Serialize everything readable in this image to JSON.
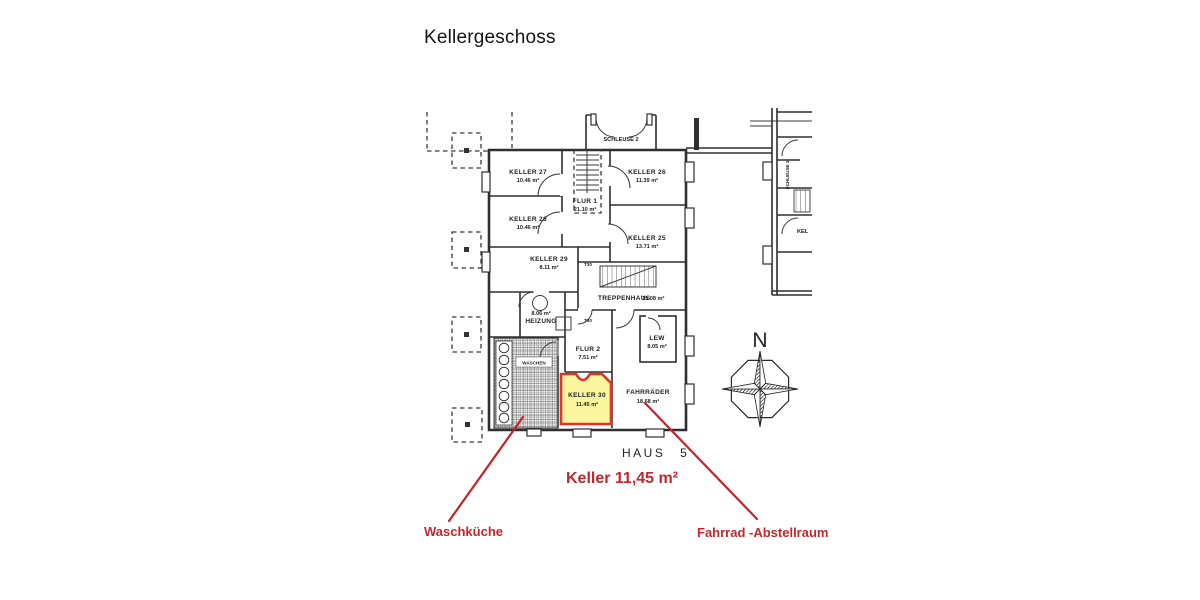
{
  "title": "Kellergeschoss",
  "plan": {
    "haus_label": "HAUS 5",
    "north_label": "N",
    "door_rating_label": "T30",
    "rooms": {
      "keller27": {
        "name": "KELLER 27",
        "area": "10.46 m²"
      },
      "keller28": {
        "name": "KELLER 28",
        "area": "10.46 m²"
      },
      "keller29": {
        "name": "KELLER 29",
        "area": "8.11 m²"
      },
      "keller26": {
        "name": "KELLER 26",
        "area": "11.39 m²"
      },
      "keller25": {
        "name": "KELLER 25",
        "area": "13.71 m²"
      },
      "flur1": {
        "name": "FLUR 1",
        "area": "21.10 m²"
      },
      "treppenhaus": {
        "name": "TREPPENHAUS",
        "area": "15.08 m²"
      },
      "heizung": {
        "name": "HEIZUNG",
        "area": "8.06 m²"
      },
      "flur2": {
        "name": "FLUR 2",
        "area": "7.51 m²"
      },
      "lew": {
        "name": "LEW",
        "area": "8.05 m²"
      },
      "keller30": {
        "name": "KELLER 30",
        "area": "11.45 m²"
      },
      "fahrraeder": {
        "name": "FAHRRÄDER",
        "area": "18.68 m²"
      },
      "waschen": {
        "name": "WASCHEN"
      },
      "schleuse2": {
        "name": "SCHLEUSE 2"
      },
      "schleuse3": {
        "name": "SCHLEUSE 3"
      },
      "keller_partial": {
        "name": "KEL"
      }
    }
  },
  "annotations": {
    "keller_callout": "Keller 11,45 m²",
    "waschkueche": "Waschküche",
    "fahrrad": "Fahrrad -Abstellraum"
  },
  "colors": {
    "highlight_fill": "#F8F58F",
    "highlight_stroke": "#E4312A",
    "annotation_red": "#C1272D",
    "plan_line": "#2F2F2F",
    "background": "#FFFFFF"
  }
}
